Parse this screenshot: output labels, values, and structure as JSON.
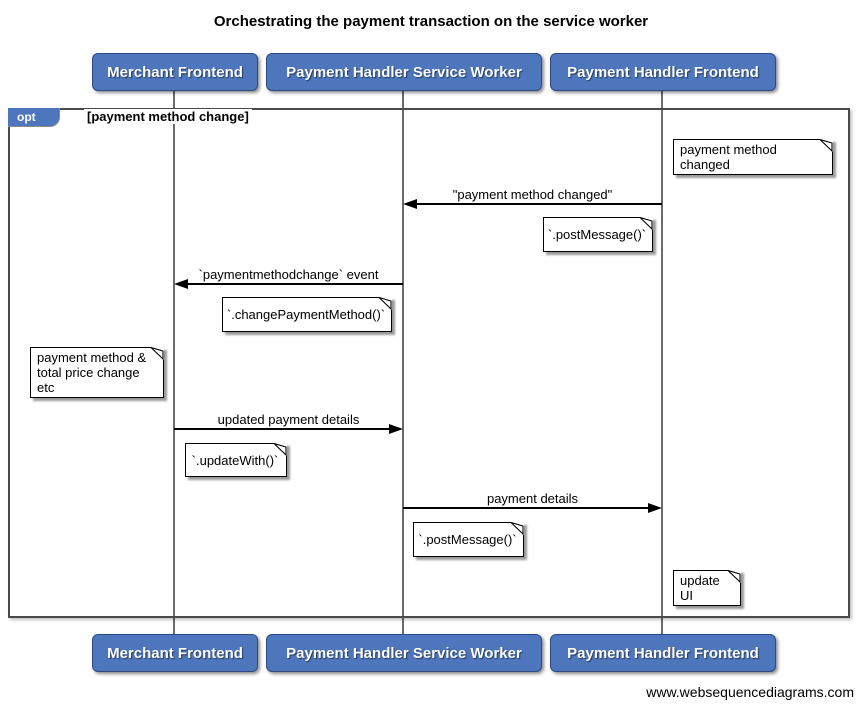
{
  "title": "Orchestrating the payment transaction on the service worker",
  "footer": "www.websequencediagrams.com",
  "actors": [
    {
      "label": "Merchant Frontend"
    },
    {
      "label": "Payment Handler Service Worker"
    },
    {
      "label": "Payment Handler Frontend"
    }
  ],
  "fragment": {
    "operator": "opt",
    "guard": "[payment method change]"
  },
  "messages": [
    {
      "label": "\"payment method changed\"",
      "from": "payment-handler-frontend",
      "to": "payment-handler-service-worker",
      "direction": "left"
    },
    {
      "label": "`paymentmethodchange` event",
      "from": "payment-handler-service-worker",
      "to": "merchant-frontend",
      "direction": "left"
    },
    {
      "label": "updated payment details",
      "from": "merchant-frontend",
      "to": "payment-handler-service-worker",
      "direction": "right"
    },
    {
      "label": "payment details",
      "from": "payment-handler-service-worker",
      "to": "payment-handler-frontend",
      "direction": "right"
    }
  ],
  "notes": [
    {
      "text": "payment method changed",
      "position": "right of payment-handler-frontend"
    },
    {
      "text": "`.postMessage()`",
      "position": "left of payment-handler-frontend"
    },
    {
      "text": "`.changePaymentMethod()`",
      "position": "left of payment-handler-service-worker"
    },
    {
      "text": "payment method &\ntotal price change etc",
      "position": "left of merchant-frontend"
    },
    {
      "text": "`.updateWith()`",
      "position": "right of merchant-frontend"
    },
    {
      "text": "`.postMessage()`",
      "position": "right of payment-handler-service-worker"
    },
    {
      "text": "update UI",
      "position": "right of payment-handler-frontend"
    }
  ],
  "colors": {
    "actor_fill": "#4d76bc",
    "actor_border": "#2d4a85",
    "fragment_tab_fill": "#4d76bc",
    "frame_border": "#4a4a4a",
    "lifeline": "#6b6b6b",
    "note_fill": "#ffffff",
    "note_shadow": "#9a9a9a",
    "message_line": "#000000"
  }
}
